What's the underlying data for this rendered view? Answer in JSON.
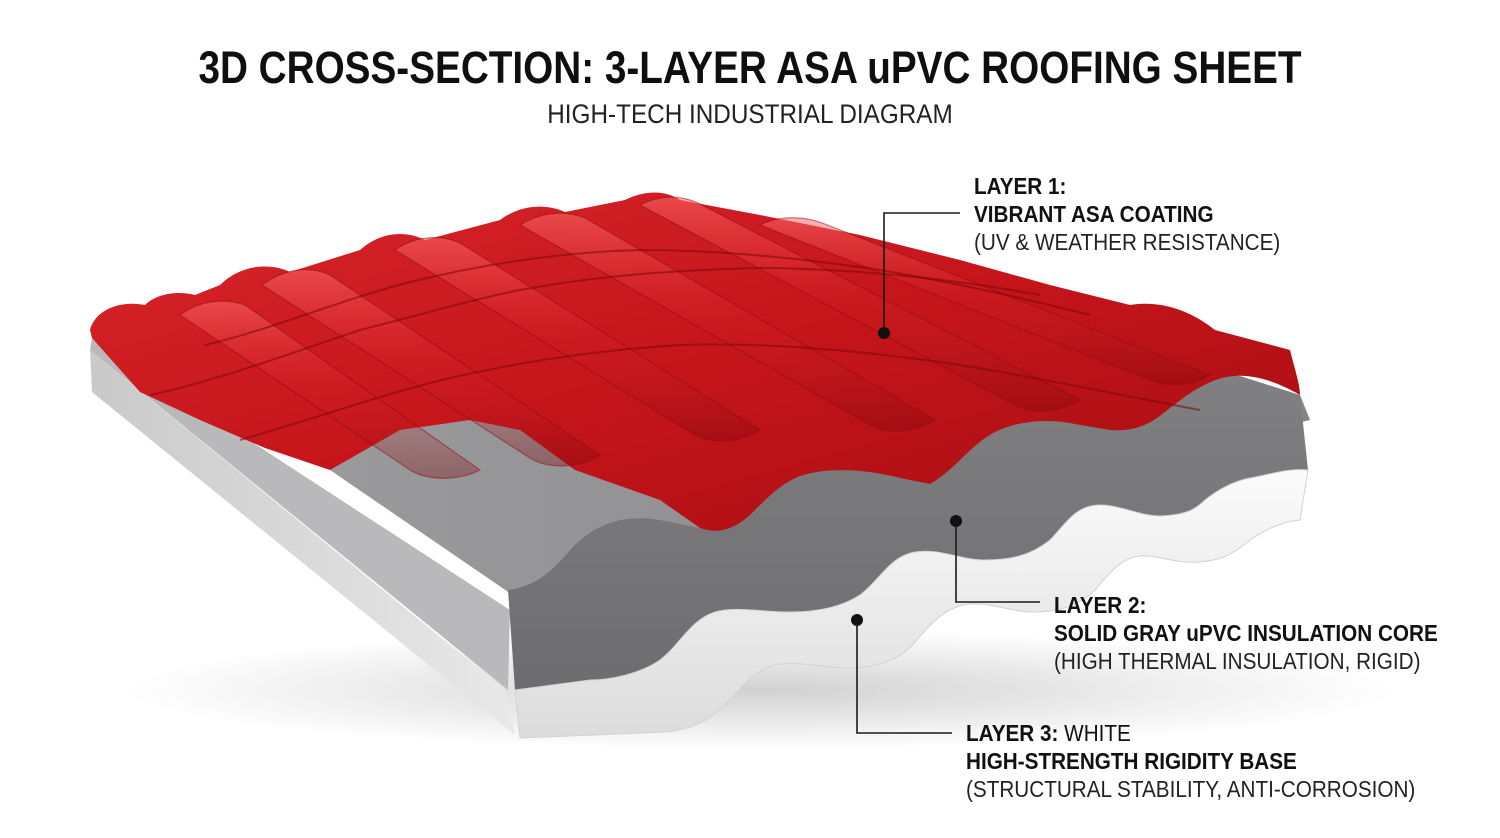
{
  "header": {
    "title": "3D CROSS-SECTION: 3-LAYER ASA uPVC ROOFING SHEET",
    "subtitle": "HIGH-TECH INDUSTRIAL DIAGRAM"
  },
  "layers": [
    {
      "heading": "LAYER 1:",
      "name": "VIBRANT ASA COATING",
      "detail": "(UV & WEATHER RESISTANCE)",
      "color": "#c8161c"
    },
    {
      "heading": "LAYER 2:",
      "name": "SOLID GRAY uPVC INSULATION CORE",
      "detail": "(HIGH THERMAL INSULATION, RIGID)",
      "color": "#7c7c7e"
    },
    {
      "heading": "LAYER 3:",
      "heading_suffix": " WHITE",
      "name": "HIGH-STRENGTH RIGIDITY BASE",
      "detail": "(STRUCTURAL STABILITY, ANTI-CORROSION)",
      "color": "#eeeeee"
    }
  ]
}
